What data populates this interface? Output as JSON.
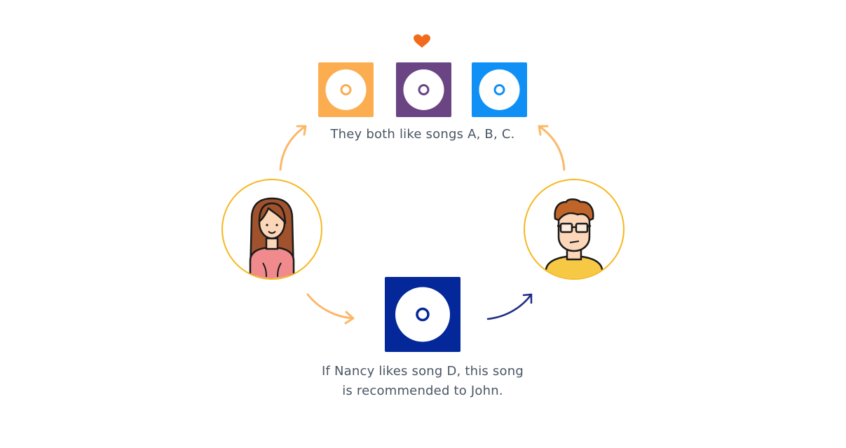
{
  "captions": {
    "top": "They both like songs A, B, C.",
    "bottom_line1": "If Nancy likes song D, this song",
    "bottom_line2": "is recommended to John."
  },
  "songs_liked_by_both": [
    {
      "song": "A",
      "color": "#fbad4f"
    },
    {
      "song": "B",
      "color": "#6b4583"
    },
    {
      "song": "C",
      "color": "#1090f5"
    }
  ],
  "recommended_song": {
    "song": "D",
    "color": "#04279a"
  },
  "users": {
    "left": {
      "name": "Nancy",
      "ring_color": "#f5b820"
    },
    "right": {
      "name": "John",
      "ring_color": "#f5b820"
    }
  },
  "icons": {
    "heart": "heart-icon",
    "nancy": "woman-avatar-icon",
    "john": "man-with-glasses-avatar-icon",
    "disc": "disc-icon"
  },
  "colors": {
    "arrow_orange": "#fbb869",
    "arrow_navy": "#1e2d87",
    "heart": "#f26b1d",
    "text": "#4a5563"
  }
}
